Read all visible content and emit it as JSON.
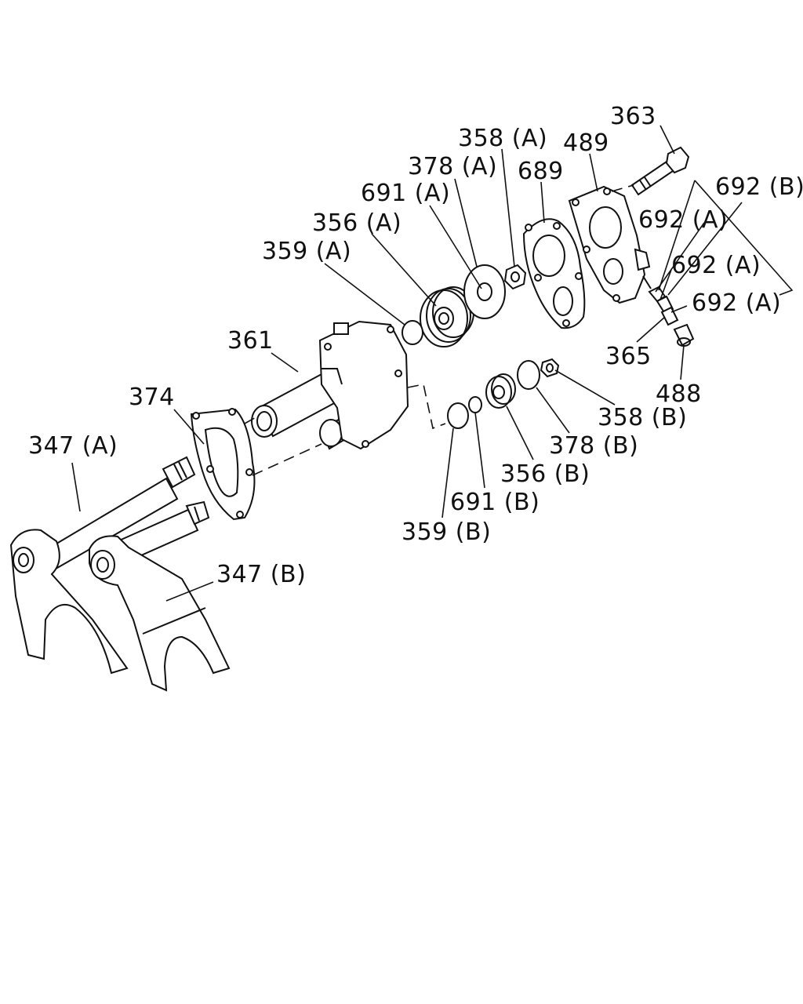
{
  "labels": {
    "l363": "363",
    "l358a": "358 (A)",
    "l489": "489",
    "l378a": "378 (A)",
    "l689": "689",
    "l692b": "692 (B)",
    "l691a": "691 (A)",
    "l692a1": "692 (A)",
    "l356a": "356 (A)",
    "l692a2": "692 (A)",
    "l359a": "359 (A)",
    "l692a3": "692 (A)",
    "l361": "361",
    "l365": "365",
    "l374": "374",
    "l488": "488",
    "l358b": "358 (B)",
    "l347a": "347 (A)",
    "l378b": "378 (B)",
    "l356b": "356 (B)",
    "l691b": "691 (B)",
    "l359b": "359 (B)",
    "l347b": "347 (B)"
  }
}
